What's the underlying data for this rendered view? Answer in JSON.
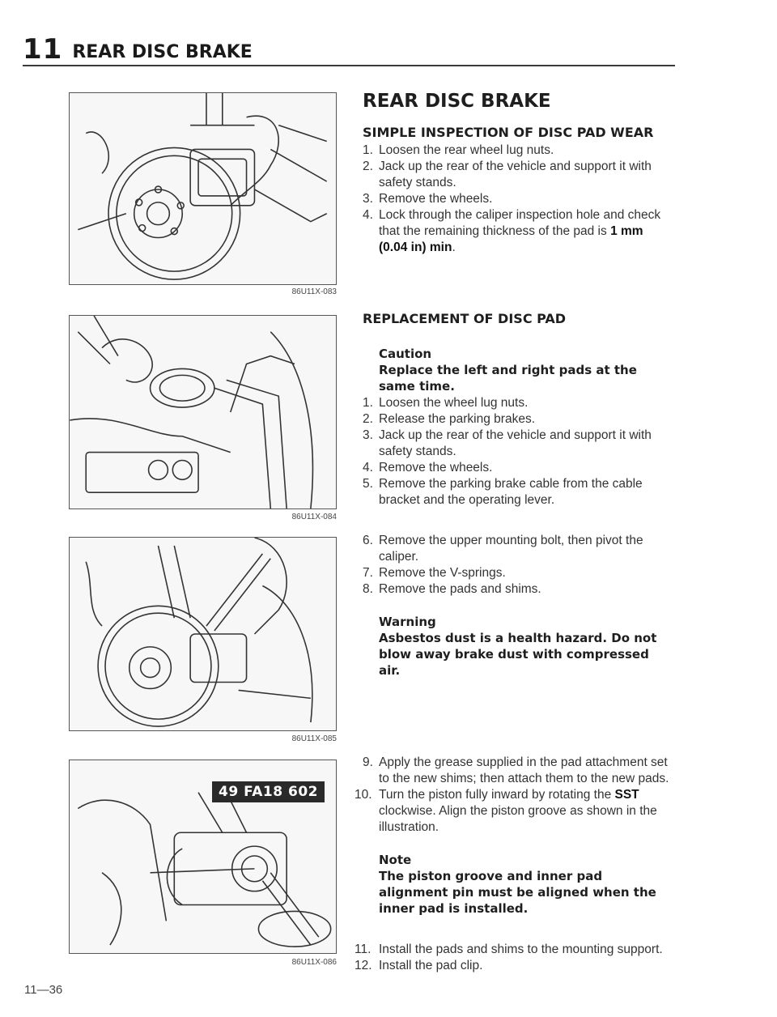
{
  "header": {
    "chapter": "11",
    "title": "REAR DISC BRAKE"
  },
  "figures": [
    {
      "code": "86U11X-083"
    },
    {
      "code": "86U11X-084"
    },
    {
      "code": "86U11X-085"
    },
    {
      "code": "86U11X-086",
      "sst": "49 FA18 602"
    }
  ],
  "main_title": "REAR DISC BRAKE",
  "inspection": {
    "title": "SIMPLE INSPECTION OF DISC PAD WEAR",
    "steps": [
      {
        "n": "1.",
        "text": "Loosen the rear wheel lug nuts."
      },
      {
        "n": "2.",
        "text": "Jack up the rear of the vehicle and support it with safety stands."
      },
      {
        "n": "3.",
        "text": "Remove the wheels."
      },
      {
        "n": "4.",
        "text": "Lock through the caliper inspection hole and check that the remaining thickness of the pad is ",
        "bold": "1 mm (0.04 in) min",
        "end": "."
      }
    ]
  },
  "replacement": {
    "title": "REPLACEMENT OF DISC PAD",
    "caution_label": "Caution",
    "caution_text": "Replace the left and right pads at the same time.",
    "steps_a": [
      {
        "n": "1.",
        "text": "Loosen the wheel lug nuts."
      },
      {
        "n": "2.",
        "text": "Release the parking brakes."
      },
      {
        "n": "3.",
        "text": "Jack up the rear of the vehicle and support it with safety stands."
      },
      {
        "n": "4.",
        "text": "Remove the wheels."
      },
      {
        "n": "5.",
        "text": "Remove the parking brake cable from the cable bracket and the operating lever."
      }
    ],
    "steps_b": [
      {
        "n": "6.",
        "text": "Remove the upper mounting bolt, then pivot the caliper."
      },
      {
        "n": "7.",
        "text": "Remove the V-springs."
      },
      {
        "n": "8.",
        "text": "Remove the pads and shims."
      }
    ],
    "warning_label": "Warning",
    "warning_text": "Asbestos dust is a health hazard. Do not blow away brake dust with compressed air.",
    "steps_c": [
      {
        "n": "9.",
        "text": "Apply the grease supplied in the pad attachment set to the new shims; then attach them to the new pads."
      },
      {
        "n": "10.",
        "text": "Turn the piston fully inward by rotating the ",
        "bold": "SST",
        "end": " clockwise. Align the piston groove as shown in the illustration."
      }
    ],
    "note_label": "Note",
    "note_text": "The piston groove and inner pad alignment pin must be aligned when the inner pad is installed.",
    "steps_d": [
      {
        "n": "11.",
        "text": "Install the pads and shims to the mounting support."
      },
      {
        "n": "12.",
        "text": "Install the pad clip."
      }
    ]
  },
  "page_number": "11—36"
}
